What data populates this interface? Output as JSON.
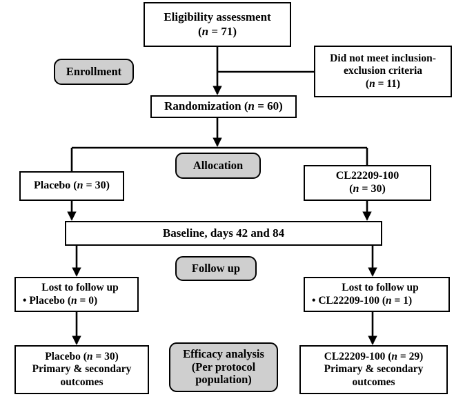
{
  "diagram": {
    "title": "CONSORT participant flow diagram",
    "type": "flowchart",
    "colors": {
      "stage_badge_fill": "#cfcfcf",
      "box_fill": "#ffffff",
      "stroke": "#000000"
    },
    "boxes": {
      "eligibility": {
        "line1": "Eligibility assessment",
        "line2_pre": "(",
        "line2_n": "n",
        "line2_post": " = 71)"
      },
      "exclusion": {
        "line1": "Did not meet inclusion-",
        "line2": "exclusion criteria",
        "line3_pre": "(",
        "line3_n": "n",
        "line3_post": " = 11)"
      },
      "randomization": {
        "pre": "Randomization (",
        "n": "n",
        "post": " = 60)"
      },
      "placebo_alloc": {
        "pre": "Placebo (",
        "n": "n",
        "post": " = 30)"
      },
      "drug_alloc": {
        "line1": "CL22209-100",
        "line2_pre": "(",
        "line2_n": "n",
        "line2_post": " = 30)"
      },
      "baseline": {
        "text": "Baseline, days 42 and 84"
      },
      "lost_left": {
        "line1": "Lost to follow up",
        "bullet": "• ",
        "line2_pre": "Placebo (",
        "line2_n": "n",
        "line2_post": " = 0)"
      },
      "lost_right": {
        "line1": "Lost to follow up",
        "bullet": "• ",
        "line2_pre": "CL22209-100 (",
        "line2_n": "n",
        "line2_post": " = 1)"
      },
      "outcome_left": {
        "line1_pre": "Placebo (",
        "line1_n": "n",
        "line1_post": " = 30)",
        "line2": "Primary & secondary",
        "line3": "outcomes"
      },
      "outcome_right": {
        "line1_pre": "CL22209-100 (",
        "line1_n": "n",
        "line1_post": " = 29)",
        "line2": "Primary & secondary",
        "line3": "outcomes"
      }
    },
    "stage_badges": {
      "enrollment": {
        "label": "Enrollment"
      },
      "allocation": {
        "label": "Allocation"
      },
      "followup": {
        "label": "Follow up"
      },
      "efficacy": {
        "line1": "Efficacy analysis",
        "line2": "(Per protocol",
        "line3": "population)"
      }
    }
  }
}
